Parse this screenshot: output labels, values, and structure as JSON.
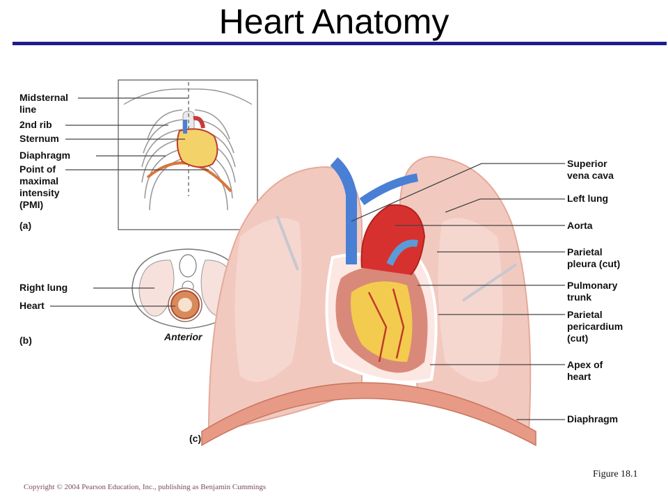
{
  "title": "Heart Anatomy",
  "panel_a": {
    "tag": "(a)",
    "labels": [
      "Midsternal",
      "line",
      "2nd rib",
      "Sternum",
      "Diaphragm",
      "Point of",
      "maximal",
      "intensity",
      "(PMI)"
    ]
  },
  "panel_b": {
    "tag": "(b)",
    "labels": [
      "Right lung",
      "Heart"
    ],
    "anterior": "Anterior"
  },
  "panel_c": {
    "tag": "(c)",
    "labels": [
      "Superior",
      "vena cava",
      "Left lung",
      "Aorta",
      "Parietal",
      "pleura (cut)",
      "Pulmonary",
      "trunk",
      "Parietal",
      "pericardium",
      "(cut)",
      "Apex of",
      "heart",
      "Diaphragm"
    ]
  },
  "figure_label": "Figure 18.1",
  "copyright": "Copyright © 2004 Pearson Education, Inc., publishing as Benjamin Cummings",
  "colors": {
    "title_rule": "#1e1e8c",
    "lung": "#f2c9bf",
    "heart": "#c83a3a",
    "vein": "#4a7fd6",
    "fat": "#f5d34a"
  }
}
